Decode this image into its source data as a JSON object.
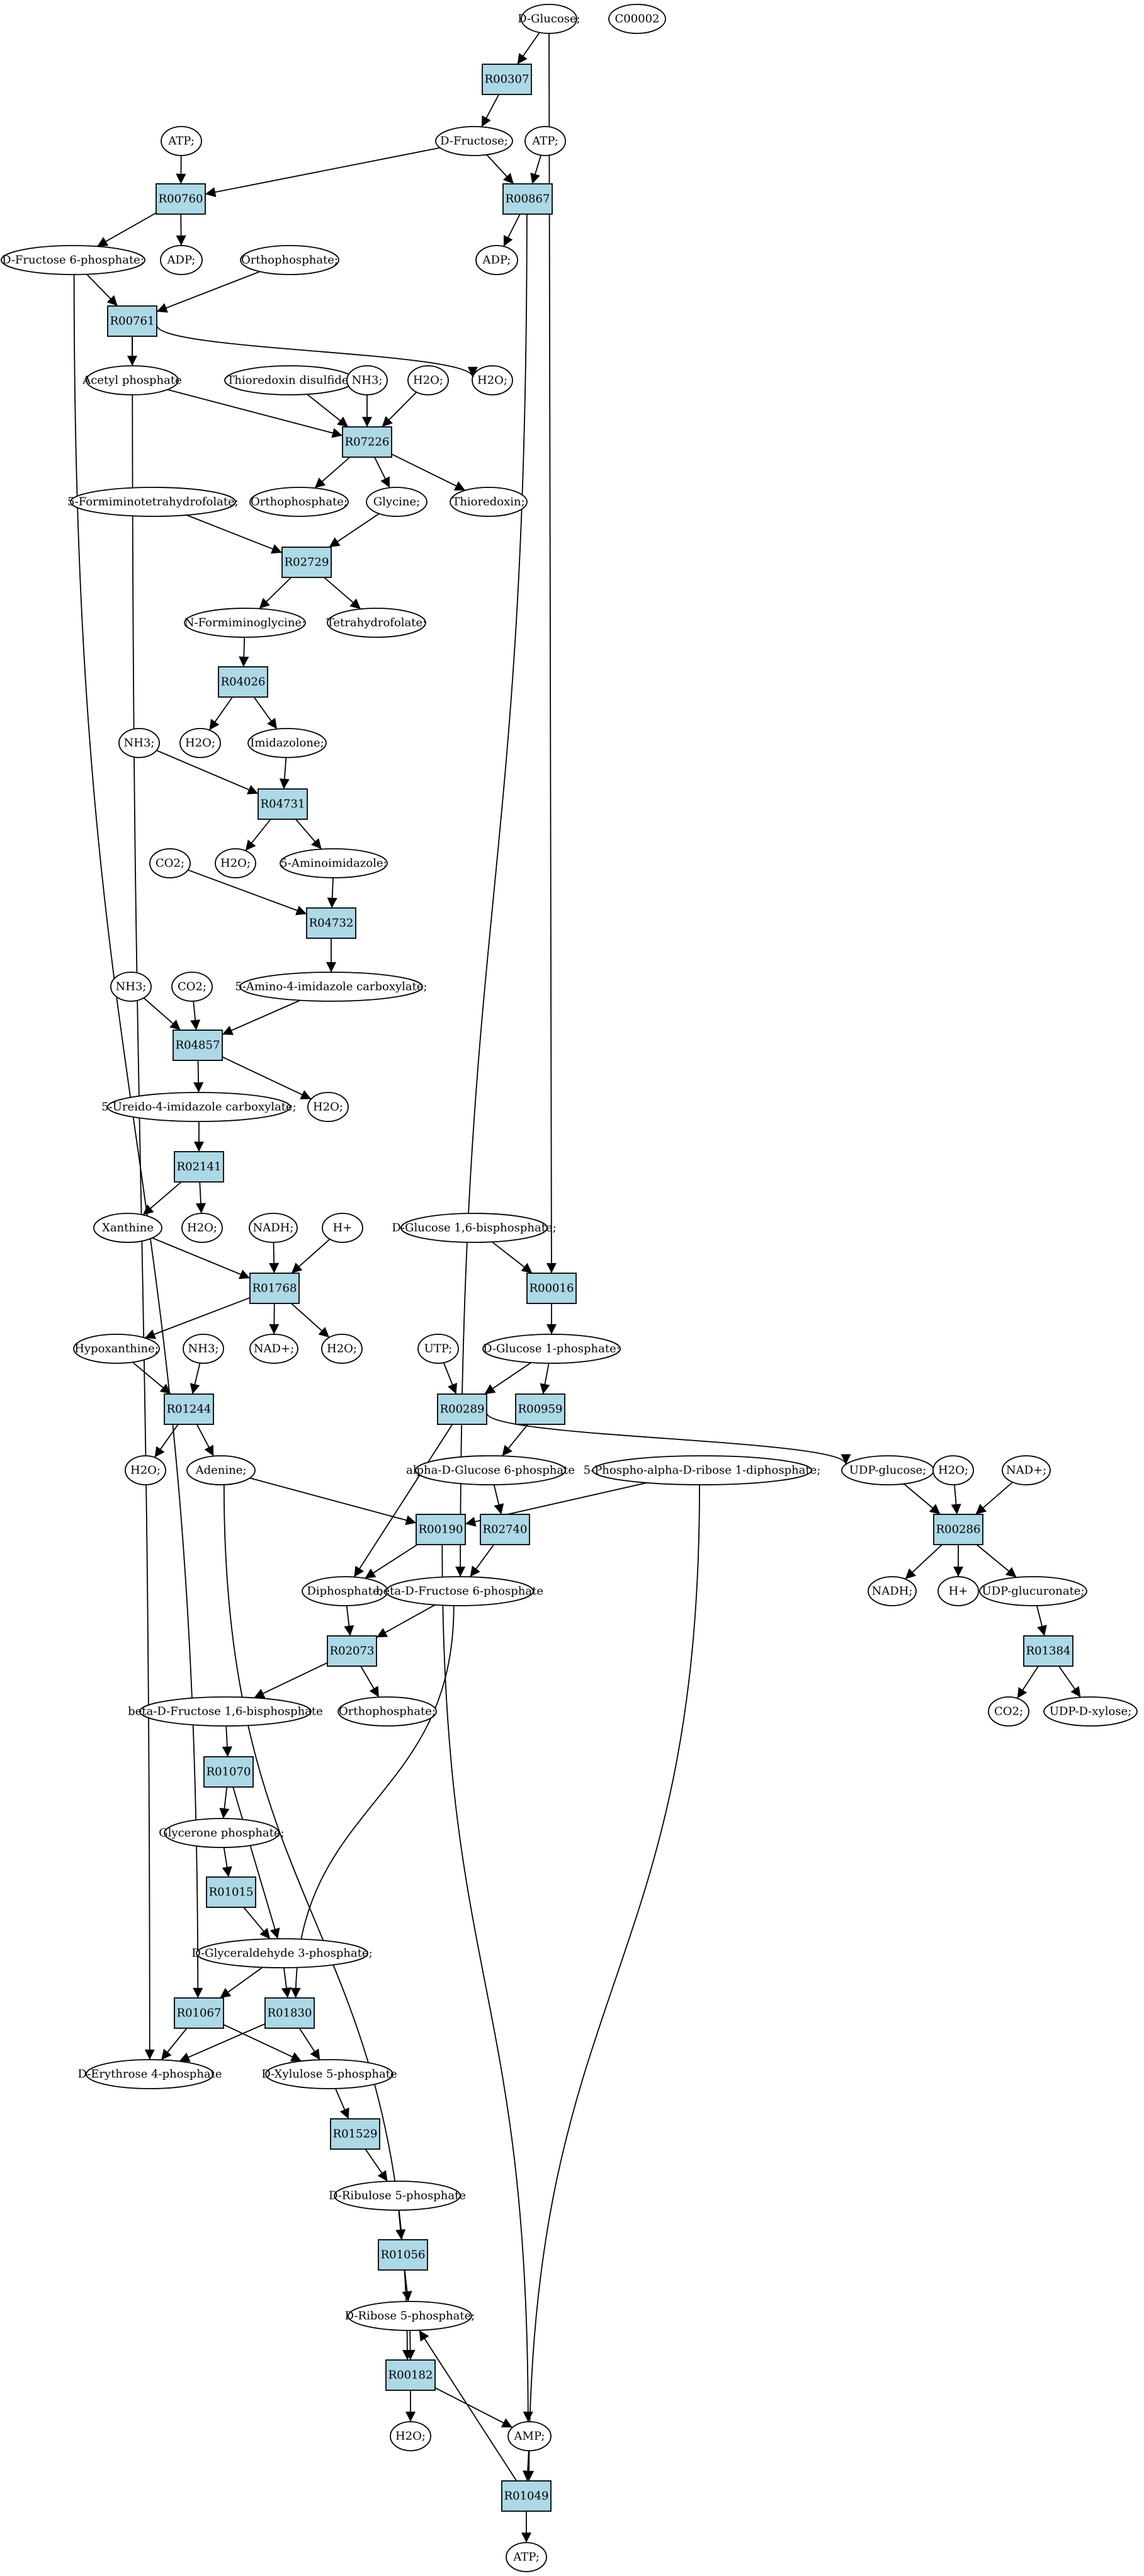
{
  "colors": {
    "reaction": "#add8e6",
    "compound": "#ffffff",
    "start_compound": "#00ff00",
    "highlight_compound": "#ffff00",
    "edge": "#000000"
  },
  "nodes": [
    {
      "id": "c_dglucose",
      "label": "D-Glucose;",
      "kind": "compound",
      "fill": "#00ff00"
    },
    {
      "id": "c_c00002",
      "label": "C00002",
      "kind": "compound",
      "fill": "#ffff00"
    },
    {
      "id": "r_r00307",
      "label": "R00307",
      "kind": "reaction"
    },
    {
      "id": "c_atp1",
      "label": "ATP;",
      "kind": "compound"
    },
    {
      "id": "c_dfructose",
      "label": "D-Fructose;",
      "kind": "compound"
    },
    {
      "id": "c_atp2",
      "label": "ATP;",
      "kind": "compound"
    },
    {
      "id": "r_r00760",
      "label": "R00760",
      "kind": "reaction"
    },
    {
      "id": "r_r00867",
      "label": "R00867",
      "kind": "reaction"
    },
    {
      "id": "c_f6p",
      "label": "D-Fructose 6-phosphate;",
      "kind": "compound"
    },
    {
      "id": "c_adp1",
      "label": "ADP;",
      "kind": "compound"
    },
    {
      "id": "c_ortho1",
      "label": "Orthophosphate;",
      "kind": "compound"
    },
    {
      "id": "c_adp2",
      "label": "ADP;",
      "kind": "compound"
    },
    {
      "id": "r_r00761",
      "label": "R00761",
      "kind": "reaction"
    },
    {
      "id": "c_h2o1",
      "label": "H2O;",
      "kind": "compound"
    },
    {
      "id": "c_acetylp",
      "label": "Acetyl phosphate",
      "kind": "compound"
    },
    {
      "id": "c_thiodisulf",
      "label": "Thioredoxin disulfide;",
      "kind": "compound"
    },
    {
      "id": "c_nh3_1",
      "label": "NH3;",
      "kind": "compound"
    },
    {
      "id": "c_h2o2",
      "label": "H2O;",
      "kind": "compound"
    },
    {
      "id": "r_r07226",
      "label": "R07226",
      "kind": "reaction"
    },
    {
      "id": "c_ortho2",
      "label": "Orthophosphate;",
      "kind": "compound"
    },
    {
      "id": "c_glycine",
      "label": "Glycine;",
      "kind": "compound"
    },
    {
      "id": "c_thioredoxin",
      "label": "Thioredoxin;",
      "kind": "compound"
    },
    {
      "id": "c_5fthf",
      "label": "5-Formiminotetrahydrofolate;",
      "kind": "compound"
    },
    {
      "id": "r_r02729",
      "label": "R02729",
      "kind": "reaction"
    },
    {
      "id": "c_nformgly",
      "label": "N-Formiminoglycine;",
      "kind": "compound"
    },
    {
      "id": "c_thf",
      "label": "Tetrahydrofolate;",
      "kind": "compound"
    },
    {
      "id": "r_r04026",
      "label": "R04026",
      "kind": "reaction"
    },
    {
      "id": "c_h2o3",
      "label": "H2O;",
      "kind": "compound"
    },
    {
      "id": "c_imidazolone",
      "label": "Imidazolone;",
      "kind": "compound"
    },
    {
      "id": "c_nh3_2",
      "label": "NH3;",
      "kind": "compound"
    },
    {
      "id": "r_r04731",
      "label": "R04731",
      "kind": "reaction"
    },
    {
      "id": "c_h2o4",
      "label": "H2O;",
      "kind": "compound"
    },
    {
      "id": "c_5aminoimid",
      "label": "5-Aminoimidazole;",
      "kind": "compound"
    },
    {
      "id": "c_co2_1",
      "label": "CO2;",
      "kind": "compound"
    },
    {
      "id": "r_r04732",
      "label": "R04732",
      "kind": "reaction"
    },
    {
      "id": "c_5a4icarb",
      "label": "5-Amino-4-imidazole carboxylate;",
      "kind": "compound"
    },
    {
      "id": "c_nh3_3",
      "label": "NH3;",
      "kind": "compound"
    },
    {
      "id": "c_co2_2",
      "label": "CO2;",
      "kind": "compound"
    },
    {
      "id": "r_r04857",
      "label": "R04857",
      "kind": "reaction"
    },
    {
      "id": "c_h2o5",
      "label": "H2O;",
      "kind": "compound"
    },
    {
      "id": "c_5u4icarb",
      "label": "5-Ureido-4-imidazole carboxylate;",
      "kind": "compound"
    },
    {
      "id": "r_r02141",
      "label": "R02141",
      "kind": "reaction"
    },
    {
      "id": "c_xanthine",
      "label": "Xanthine",
      "kind": "compound"
    },
    {
      "id": "c_h2o6",
      "label": "H2O;",
      "kind": "compound"
    },
    {
      "id": "c_nadh1",
      "label": "NADH;",
      "kind": "compound"
    },
    {
      "id": "c_hplus1",
      "label": "H+",
      "kind": "compound"
    },
    {
      "id": "c_g16bp",
      "label": "D-Glucose 1,6-bisphosphate;",
      "kind": "compound"
    },
    {
      "id": "r_r01768",
      "label": "R01768",
      "kind": "reaction"
    },
    {
      "id": "r_r00016",
      "label": "R00016",
      "kind": "reaction"
    },
    {
      "id": "c_hypoxanthine",
      "label": "Hypoxanthine;",
      "kind": "compound"
    },
    {
      "id": "c_nh3_4",
      "label": "NH3;",
      "kind": "compound"
    },
    {
      "id": "c_nadplus1",
      "label": "NAD+;",
      "kind": "compound"
    },
    {
      "id": "c_h2o7",
      "label": "H2O;",
      "kind": "compound"
    },
    {
      "id": "c_utp",
      "label": "UTP;",
      "kind": "compound"
    },
    {
      "id": "c_g1p",
      "label": "D-Glucose 1-phosphate;",
      "kind": "compound"
    },
    {
      "id": "r_r01244",
      "label": "R01244",
      "kind": "reaction"
    },
    {
      "id": "r_r00289",
      "label": "R00289",
      "kind": "reaction"
    },
    {
      "id": "r_r00959",
      "label": "R00959",
      "kind": "reaction"
    },
    {
      "id": "c_h2o8",
      "label": "H2O;",
      "kind": "compound"
    },
    {
      "id": "c_adenine",
      "label": "Adenine;",
      "kind": "compound"
    },
    {
      "id": "c_ag6p",
      "label": "alpha-D-Glucose 6-phosphate",
      "kind": "compound"
    },
    {
      "id": "c_prpp",
      "label": "5-Phospho-alpha-D-ribose 1-diphosphate;",
      "kind": "compound"
    },
    {
      "id": "c_udpglucose",
      "label": "UDP-glucose;",
      "kind": "compound"
    },
    {
      "id": "c_h2o9",
      "label": "H2O;",
      "kind": "compound"
    },
    {
      "id": "c_nadplus2",
      "label": "NAD+;",
      "kind": "compound"
    },
    {
      "id": "r_r00190",
      "label": "R00190",
      "kind": "reaction"
    },
    {
      "id": "r_r02740",
      "label": "R02740",
      "kind": "reaction"
    },
    {
      "id": "r_r00286",
      "label": "R00286",
      "kind": "reaction"
    },
    {
      "id": "c_diphosphate",
      "label": "Diphosphate;",
      "kind": "compound"
    },
    {
      "id": "c_bf6p",
      "label": "beta-D-Fructose 6-phosphate",
      "kind": "compound"
    },
    {
      "id": "c_nadh2",
      "label": "NADH;",
      "kind": "compound"
    },
    {
      "id": "c_hplus2",
      "label": "H+",
      "kind": "compound"
    },
    {
      "id": "c_udpglucuronate",
      "label": "UDP-glucuronate;",
      "kind": "compound"
    },
    {
      "id": "r_r02073",
      "label": "R02073",
      "kind": "reaction"
    },
    {
      "id": "r_r01384",
      "label": "R01384",
      "kind": "reaction"
    },
    {
      "id": "c_bf16bp",
      "label": "beta-D-Fructose 1,6-bisphosphate",
      "kind": "compound"
    },
    {
      "id": "c_ortho3",
      "label": "Orthophosphate;",
      "kind": "compound"
    },
    {
      "id": "c_co2_3",
      "label": "CO2;",
      "kind": "compound"
    },
    {
      "id": "c_udpxylose",
      "label": "UDP-D-xylose;",
      "kind": "compound"
    },
    {
      "id": "r_r01070",
      "label": "R01070",
      "kind": "reaction"
    },
    {
      "id": "c_glyceronep",
      "label": "Glycerone phosphate;",
      "kind": "compound"
    },
    {
      "id": "r_r01015",
      "label": "R01015",
      "kind": "reaction"
    },
    {
      "id": "c_g3p",
      "label": "D-Glyceraldehyde 3-phosphate;",
      "kind": "compound"
    },
    {
      "id": "r_r01067",
      "label": "R01067",
      "kind": "reaction"
    },
    {
      "id": "r_r01830",
      "label": "R01830",
      "kind": "reaction"
    },
    {
      "id": "c_e4p",
      "label": "D-Erythrose 4-phosphate",
      "kind": "compound"
    },
    {
      "id": "c_x5p",
      "label": "D-Xylulose 5-phosphate",
      "kind": "compound"
    },
    {
      "id": "r_r01529",
      "label": "R01529",
      "kind": "reaction"
    },
    {
      "id": "c_ru5p",
      "label": "D-Ribulose 5-phosphate",
      "kind": "compound"
    },
    {
      "id": "r_r01056",
      "label": "R01056",
      "kind": "reaction"
    },
    {
      "id": "c_r5p",
      "label": "D-Ribose 5-phosphate;",
      "kind": "compound"
    },
    {
      "id": "r_r00182",
      "label": "R00182",
      "kind": "reaction"
    },
    {
      "id": "c_h2o10",
      "label": "H2O;",
      "kind": "compound"
    },
    {
      "id": "c_amp",
      "label": "AMP;",
      "kind": "compound"
    },
    {
      "id": "r_r01049",
      "label": "R01049",
      "kind": "reaction"
    },
    {
      "id": "c_atp3",
      "label": "ATP;",
      "kind": "compound"
    }
  ],
  "edges": [
    [
      "c_dglucose",
      "r_r00307"
    ],
    [
      "r_r00307",
      "c_dfructose"
    ],
    [
      "c_dglucose",
      "r_r00016"
    ],
    [
      "c_atp1",
      "r_r00760"
    ],
    [
      "c_dfructose",
      "r_r00760"
    ],
    [
      "c_dfructose",
      "r_r00867"
    ],
    [
      "c_atp2",
      "r_r00867"
    ],
    [
      "r_r00760",
      "c_f6p"
    ],
    [
      "r_r00760",
      "c_adp1"
    ],
    [
      "r_r00867",
      "c_adp2"
    ],
    [
      "r_r00867",
      "c_bf6p"
    ],
    [
      "c_f6p",
      "r_r00761"
    ],
    [
      "c_ortho1",
      "r_r00761"
    ],
    [
      "c_f6p",
      "r_r01067"
    ],
    [
      "r_r00761",
      "c_acetylp"
    ],
    [
      "r_r00761",
      "c_h2o1"
    ],
    [
      "r_r00761",
      "c_e4p"
    ],
    [
      "c_acetylp",
      "r_r07226"
    ],
    [
      "c_thiodisulf",
      "r_r07226"
    ],
    [
      "c_nh3_1",
      "r_r07226"
    ],
    [
      "c_h2o2",
      "r_r07226"
    ],
    [
      "r_r07226",
      "c_ortho2"
    ],
    [
      "r_r07226",
      "c_glycine"
    ],
    [
      "r_r07226",
      "c_thioredoxin"
    ],
    [
      "c_5fthf",
      "r_r02729"
    ],
    [
      "c_glycine",
      "r_r02729"
    ],
    [
      "r_r02729",
      "c_nformgly"
    ],
    [
      "r_r02729",
      "c_thf"
    ],
    [
      "c_nformgly",
      "r_r04026"
    ],
    [
      "r_r04026",
      "c_h2o3"
    ],
    [
      "r_r04026",
      "c_imidazolone"
    ],
    [
      "c_nh3_2",
      "r_r04731"
    ],
    [
      "c_imidazolone",
      "r_r04731"
    ],
    [
      "r_r04731",
      "c_h2o4"
    ],
    [
      "r_r04731",
      "c_5aminoimid"
    ],
    [
      "c_co2_1",
      "r_r04732"
    ],
    [
      "c_5aminoimid",
      "r_r04732"
    ],
    [
      "r_r04732",
      "c_5a4icarb"
    ],
    [
      "c_nh3_3",
      "r_r04857"
    ],
    [
      "c_co2_2",
      "r_r04857"
    ],
    [
      "c_5a4icarb",
      "r_r04857"
    ],
    [
      "r_r04857",
      "c_h2o5"
    ],
    [
      "r_r04857",
      "c_5u4icarb"
    ],
    [
      "c_5u4icarb",
      "r_r02141"
    ],
    [
      "r_r02141",
      "c_xanthine"
    ],
    [
      "r_r02141",
      "c_h2o6"
    ],
    [
      "c_xanthine",
      "r_r01768"
    ],
    [
      "c_nadh1",
      "r_r01768"
    ],
    [
      "c_hplus1",
      "r_r01768"
    ],
    [
      "r_r01768",
      "c_hypoxanthine"
    ],
    [
      "r_r01768",
      "c_nadplus1"
    ],
    [
      "r_r01768",
      "c_h2o7"
    ],
    [
      "c_g16bp",
      "r_r00016"
    ],
    [
      "r_r00016",
      "c_g1p"
    ],
    [
      "c_hypoxanthine",
      "r_r01244"
    ],
    [
      "c_nh3_4",
      "r_r01244"
    ],
    [
      "r_r01244",
      "c_h2o8"
    ],
    [
      "r_r01244",
      "c_adenine"
    ],
    [
      "c_utp",
      "r_r00289"
    ],
    [
      "c_g1p",
      "r_r00289"
    ],
    [
      "c_g1p",
      "r_r00959"
    ],
    [
      "r_r00289",
      "c_diphosphate"
    ],
    [
      "r_r00289",
      "c_udpglucose"
    ],
    [
      "r_r00959",
      "c_ag6p"
    ],
    [
      "c_ag6p",
      "r_r02740"
    ],
    [
      "r_r02740",
      "c_bf6p"
    ],
    [
      "c_adenine",
      "r_r00190"
    ],
    [
      "c_prpp",
      "r_r00190"
    ],
    [
      "c_adenine",
      "r_r00182"
    ],
    [
      "c_prpp",
      "r_r01049"
    ],
    [
      "r_r00190",
      "c_diphosphate"
    ],
    [
      "r_r00190",
      "c_amp"
    ],
    [
      "c_udpglucose",
      "r_r00286"
    ],
    [
      "c_h2o9",
      "r_r00286"
    ],
    [
      "c_nadplus2",
      "r_r00286"
    ],
    [
      "r_r00286",
      "c_nadh2"
    ],
    [
      "r_r00286",
      "c_hplus2"
    ],
    [
      "r_r00286",
      "c_udpglucuronate"
    ],
    [
      "c_udpglucuronate",
      "r_r01384"
    ],
    [
      "r_r01384",
      "c_co2_3"
    ],
    [
      "r_r01384",
      "c_udpxylose"
    ],
    [
      "c_diphosphate",
      "r_r02073"
    ],
    [
      "c_bf6p",
      "r_r02073"
    ],
    [
      "c_bf6p",
      "r_r01830"
    ],
    [
      "r_r02073",
      "c_bf16bp"
    ],
    [
      "r_r02073",
      "c_ortho3"
    ],
    [
      "c_bf16bp",
      "r_r01070"
    ],
    [
      "r_r01070",
      "c_glyceronep"
    ],
    [
      "r_r01070",
      "c_g3p"
    ],
    [
      "c_glyceronep",
      "r_r01015"
    ],
    [
      "r_r01015",
      "c_g3p"
    ],
    [
      "c_g3p",
      "r_r01067"
    ],
    [
      "c_g3p",
      "r_r01830"
    ],
    [
      "r_r01067",
      "c_e4p"
    ],
    [
      "r_r01067",
      "c_x5p"
    ],
    [
      "r_r01830",
      "c_e4p"
    ],
    [
      "r_r01830",
      "c_x5p"
    ],
    [
      "c_x5p",
      "r_r01529"
    ],
    [
      "r_r01529",
      "c_ru5p"
    ],
    [
      "c_ru5p",
      "r_r01056"
    ],
    [
      "r_r01056",
      "c_r5p"
    ],
    [
      "c_r5p",
      "r_r00182"
    ],
    [
      "r_r00182",
      "c_h2o10"
    ],
    [
      "r_r00182",
      "c_amp"
    ],
    [
      "c_amp",
      "r_r01049"
    ],
    [
      "r_r01049",
      "c_atp3"
    ],
    [
      "r_r01049",
      "c_r5p"
    ]
  ]
}
